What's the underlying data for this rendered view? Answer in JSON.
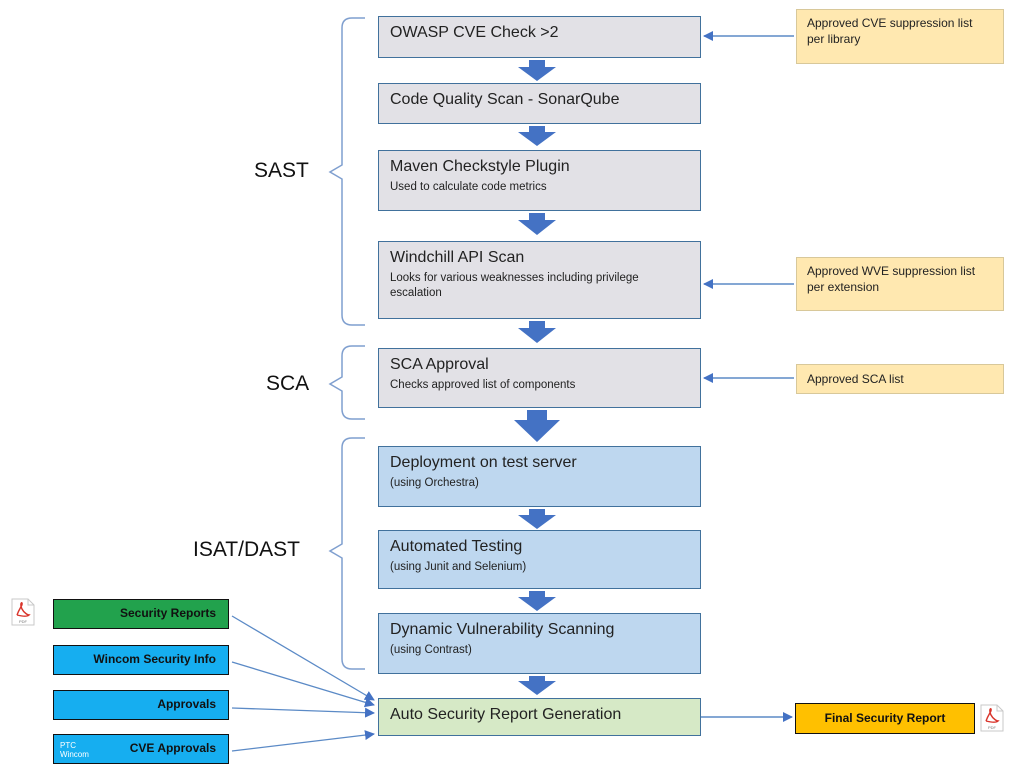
{
  "sections": {
    "sast": "SAST",
    "sca": "SCA",
    "isat": "ISAT/DAST"
  },
  "steps": [
    {
      "title": "OWASP CVE Check >2",
      "subtitle": ""
    },
    {
      "title": "Code Quality Scan - SonarQube",
      "subtitle": ""
    },
    {
      "title": "Maven Checkstyle Plugin",
      "subtitle": "Used to calculate code metrics"
    },
    {
      "title": "Windchill API Scan",
      "subtitle": "Looks for various weaknesses including privilege escalation"
    },
    {
      "title": "SCA Approval",
      "subtitle": "Checks approved list of components"
    },
    {
      "title": "Deployment on test server",
      "subtitle": "(using Orchestra)"
    },
    {
      "title": "Automated Testing",
      "subtitle": "(using Junit and Selenium)"
    },
    {
      "title": "Dynamic Vulnerability Scanning",
      "subtitle": "(using Contrast)"
    },
    {
      "title": "Auto Security Report Generation",
      "subtitle": ""
    }
  ],
  "notes": {
    "cve": "Approved CVE suppression list per library",
    "wve": "Approved WVE suppression list per extension",
    "sca": "Approved SCA list"
  },
  "sources": {
    "security_reports": "Security Reports",
    "wincom_info": "Wincom Security Info",
    "approvals": "Approvals",
    "cve_approvals": "CVE Approvals",
    "cve_approvals_tag_1": "PTC",
    "cve_approvals_tag_2": "Wincom"
  },
  "output": {
    "final_report": "Final Security Report"
  },
  "icons": {
    "pdf_label": "PDF"
  },
  "colors": {
    "arrow": "#4472c4",
    "bracket": "#7f9fcf",
    "connector": "#5b8ac6",
    "gray_step": "#e2e1e6",
    "blue_step": "#bed7ef",
    "green_step": "#d6e9c6",
    "note": "#ffe8b0",
    "source_green": "#22a24d",
    "source_cyan": "#16aef0",
    "final": "#ffc000"
  }
}
